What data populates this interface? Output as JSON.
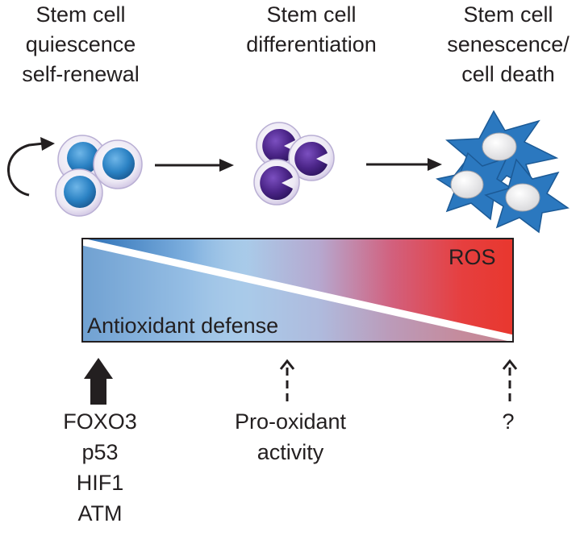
{
  "stages": [
    {
      "lines": [
        "Stem cell",
        "quiescence",
        "self-renewal"
      ]
    },
    {
      "lines": [
        "Stem cell",
        "differentiation"
      ]
    },
    {
      "lines": [
        "Stem cell",
        "senescence/",
        "cell death"
      ]
    }
  ],
  "gradient": {
    "ros_label": "ROS",
    "defense_label": "Antioxidant defense",
    "colors": {
      "defense": "#a9cbe9",
      "ros": "#e8372e",
      "cell_blue": "#2b82c4",
      "cell_purple": "#4b2588"
    }
  },
  "regulators": {
    "left": [
      "FOXO3",
      "p53",
      "HIF1",
      "ATM"
    ],
    "middle": [
      "Pro-oxidant",
      "activity"
    ],
    "right": [
      "?"
    ]
  }
}
